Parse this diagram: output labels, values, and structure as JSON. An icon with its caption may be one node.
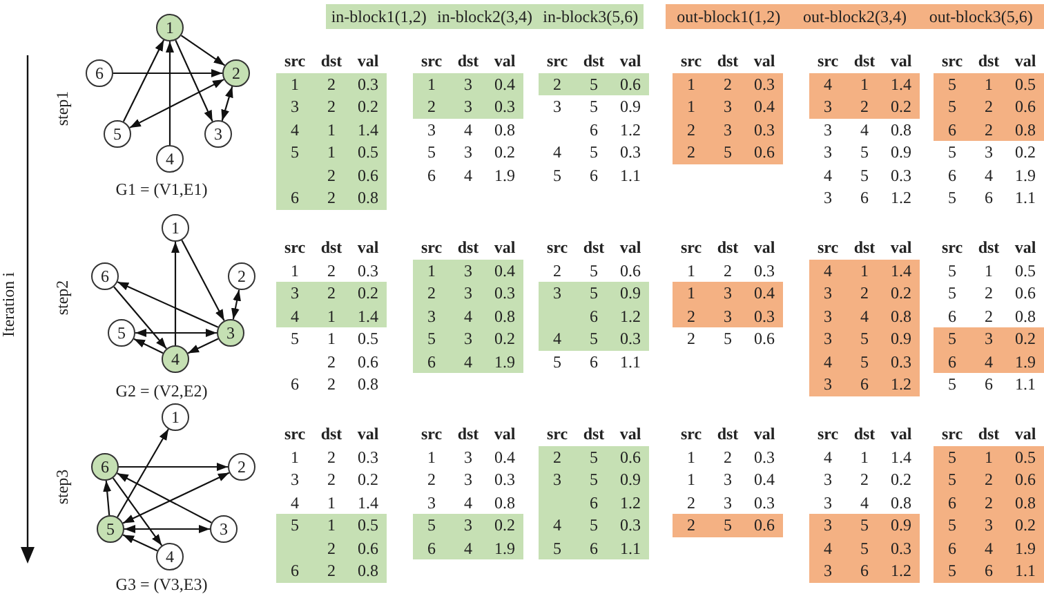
{
  "diagram": {
    "nodes": [
      {
        "text": [
          "in-block1(1,2)",
          "in-block2(3,4)",
          "in-block3(5,6)"
        ]
      },
      {
        "text": [
          "out-block1(1,2)",
          "out-block2(3,4)",
          "out-block3(5,6)"
        ]
      },
      {
        "text": [
          "1"
        ]
      },
      {
        "text": [
          "2"
        ]
      },
      {
        "text": [
          "3"
        ]
      },
      {
        "text": [
          "4"
        ]
      },
      {
        "text": [
          "5"
        ]
      },
      {
        "text": [
          "6"
        ]
      },
      {
        "text": [
          "1"
        ]
      },
      {
        "text": [
          "2"
        ]
      },
      {
        "text": [
          "3"
        ]
      },
      {
        "text": [
          "4"
        ]
      },
      {
        "text": [
          "5"
        ]
      },
      {
        "text": [
          "6"
        ]
      },
      {
        "text": [
          "1"
        ]
      },
      {
        "text": [
          "2"
        ]
      },
      {
        "text": [
          "3"
        ]
      },
      {
        "text": [
          "4"
        ]
      },
      {
        "text": [
          "5"
        ]
      },
      {
        "text": [
          "6"
        ]
      }
    ],
    "edges": [
      {
        "from": 2,
        "to": 3,
        "arrow": "to"
      },
      {
        "from": 7,
        "to": 3,
        "arrow": "to"
      },
      {
        "from": 6,
        "to": 2,
        "arrow": "to"
      },
      {
        "from": 5,
        "to": 2,
        "arrow": "to"
      },
      {
        "from": 2,
        "to": 4,
        "arrow": "to"
      },
      {
        "from": 3,
        "to": 6,
        "arrow": "both"
      },
      {
        "from": 3,
        "to": 4,
        "arrow": "both"
      },
      {
        "from": 8,
        "to": 10,
        "arrow": "to"
      },
      {
        "from": 9,
        "to": 10,
        "arrow": "both"
      },
      {
        "from": 10,
        "to": 13,
        "arrow": "to"
      },
      {
        "from": 13,
        "to": 11,
        "arrow": "to"
      },
      {
        "from": 10,
        "to": 12,
        "arrow": "both"
      },
      {
        "from": 11,
        "to": 8,
        "arrow": "to"
      },
      {
        "from": 11,
        "to": 12,
        "arrow": "to"
      },
      {
        "from": 10,
        "to": 11,
        "arrow": "to"
      },
      {
        "from": 18,
        "to": 14,
        "arrow": "to"
      },
      {
        "from": 19,
        "to": 15,
        "arrow": "to"
      },
      {
        "from": 15,
        "to": 18,
        "arrow": "both"
      },
      {
        "from": 16,
        "to": 19,
        "arrow": "to"
      },
      {
        "from": 16,
        "to": 18,
        "arrow": "both"
      },
      {
        "from": 18,
        "to": 19,
        "arrow": "to"
      },
      {
        "from": 19,
        "to": 17,
        "arrow": "to"
      },
      {
        "from": 17,
        "to": 18,
        "arrow": "to"
      }
    ],
    "labels": [
      "Iteration i",
      "step1",
      "step2",
      "step3",
      "G1 = (V1,E1)",
      "G2 = (V2,E2)",
      "G3 = (V3,E3)",
      "src",
      "dst",
      "val",
      "1",
      "2",
      "0.3",
      "3",
      "2",
      "0.2",
      "4",
      "1",
      "1.4",
      "5",
      "1",
      "0.5",
      "2",
      "0.6",
      "6",
      "2",
      "0.8",
      "src",
      "dst",
      "val",
      "1",
      "3",
      "0.4",
      "2",
      "3",
      "0.3",
      "3",
      "4",
      "0.8",
      "5",
      "3",
      "0.2",
      "6",
      "4",
      "1.9",
      "src",
      "dst",
      "val",
      "2",
      "5",
      "0.6",
      "3",
      "5",
      "0.9",
      "6",
      "1.2",
      "4",
      "5",
      "0.3",
      "5",
      "6",
      "1.1",
      "src",
      "dst",
      "val",
      "1",
      "2",
      "0.3",
      "1",
      "3",
      "0.4",
      "2",
      "3",
      "0.3",
      "2",
      "5",
      "0.6",
      "src",
      "dst",
      "val",
      "4",
      "1",
      "1.4",
      "3",
      "2",
      "0.2",
      "3",
      "4",
      "0.8",
      "3",
      "5",
      "0.9",
      "4",
      "5",
      "0.3",
      "3",
      "6",
      "1.2",
      "src",
      "dst",
      "val",
      "5",
      "1",
      "0.5",
      "5",
      "2",
      "0.6",
      "6",
      "2",
      "0.8",
      "5",
      "3",
      "0.2",
      "6",
      "4",
      "1.9",
      "5",
      "6",
      "1.1",
      "src",
      "dst",
      "val",
      "1",
      "2",
      "0.3",
      "3",
      "2",
      "0.2",
      "4",
      "1",
      "1.4",
      "5",
      "1",
      "0.5",
      "2",
      "0.6",
      "6",
      "2",
      "0.8",
      "src",
      "dst",
      "val",
      "1",
      "3",
      "0.4",
      "2",
      "3",
      "0.3",
      "3",
      "4",
      "0.8",
      "5",
      "3",
      "0.2",
      "6",
      "4",
      "1.9",
      "src",
      "dst",
      "val",
      "2",
      "5",
      "0.6",
      "3",
      "5",
      "0.9",
      "6",
      "1.2",
      "4",
      "5",
      "0.3",
      "5",
      "6",
      "1.1",
      "src",
      "dst",
      "val",
      "1",
      "2",
      "0.3",
      "1",
      "3",
      "0.4",
      "2",
      "3",
      "0.3",
      "2",
      "5",
      "0.6",
      "src",
      "dst",
      "val",
      "4",
      "1",
      "1.4",
      "3",
      "2",
      "0.2",
      "3",
      "4",
      "0.8",
      "3",
      "5",
      "0.9",
      "4",
      "5",
      "0.3",
      "3",
      "6",
      "1.2",
      "src",
      "dst",
      "val",
      "5",
      "1",
      "0.5",
      "5",
      "2",
      "0.6",
      "6",
      "2",
      "0.8",
      "5",
      "3",
      "0.2",
      "6",
      "4",
      "1.9",
      "5",
      "6",
      "1.1",
      "src",
      "dst",
      "val",
      "1",
      "2",
      "0.3",
      "3",
      "2",
      "0.2",
      "4",
      "1",
      "1.4",
      "5",
      "1",
      "0.5",
      "2",
      "0.6",
      "6",
      "2",
      "0.8",
      "src",
      "dst",
      "val",
      "1",
      "3",
      "0.4",
      "2",
      "3",
      "0.3",
      "3",
      "4",
      "0.8",
      "5",
      "3",
      "0.2",
      "6",
      "4",
      "1.9",
      "src",
      "dst",
      "val",
      "2",
      "5",
      "0.6",
      "3",
      "5",
      "0.9",
      "6",
      "1.2",
      "4",
      "5",
      "0.3",
      "5",
      "6",
      "1.1",
      "src",
      "dst",
      "val",
      "1",
      "2",
      "0.3",
      "1",
      "3",
      "0.4",
      "2",
      "3",
      "0.3",
      "2",
      "5",
      "0.6",
      "src",
      "dst",
      "val",
      "4",
      "1",
      "1.4",
      "3",
      "2",
      "0.2",
      "3",
      "4",
      "0.8",
      "3",
      "5",
      "0.9",
      "4",
      "5",
      "0.3",
      "3",
      "6",
      "1.2",
      "src",
      "dst",
      "val",
      "5",
      "1",
      "0.5",
      "5",
      "2",
      "0.6",
      "6",
      "2",
      "0.8",
      "5",
      "3",
      "0.2",
      "6",
      "4",
      "1.9",
      "5",
      "6",
      "1.1"
    ]
  }
}
